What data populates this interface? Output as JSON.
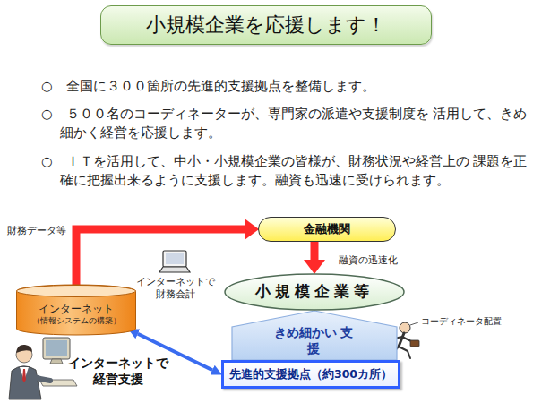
{
  "diagram": {
    "title": "小規模企業を応援します！",
    "nodes": [
      {
        "text": [
          "金融機関"
        ]
      },
      {
        "text": [
          "小規模企業等"
        ]
      },
      {
        "text": [
          "インターネット",
          "（情報システムの構築）"
        ]
      },
      {
        "text": [
          "先進的支援拠点（約300カ所）"
        ]
      }
    ],
    "edges": [
      {
        "from": 2,
        "to": 0,
        "arrow": "to",
        "label": "財務データ等"
      },
      {
        "from": 0,
        "to": 1,
        "arrow": "to",
        "label": "融資の迅速化"
      },
      {
        "from": 2,
        "to": 3,
        "arrow": "both",
        "label": "インターネットで 経営支援"
      },
      {
        "from": 3,
        "to": 1,
        "arrow": "to",
        "label": "きめ細かい 支援"
      }
    ],
    "labels": [
      "○　全国に３００箇所の先進的支援拠点を整備します。",
      "○　５００名のコーディネーターが、専門家の派遣や支援制度を 活用して、きめ細かく経営を応援します。",
      "○　ＩＴを活用して、中小・小規模企業の皆様が、財務状況や経営上の 課題を正確に把握出来るように支援します。融資も迅速に受けられます。",
      "インターネットで 財務会計",
      "コーディネータ配置"
    ]
  }
}
